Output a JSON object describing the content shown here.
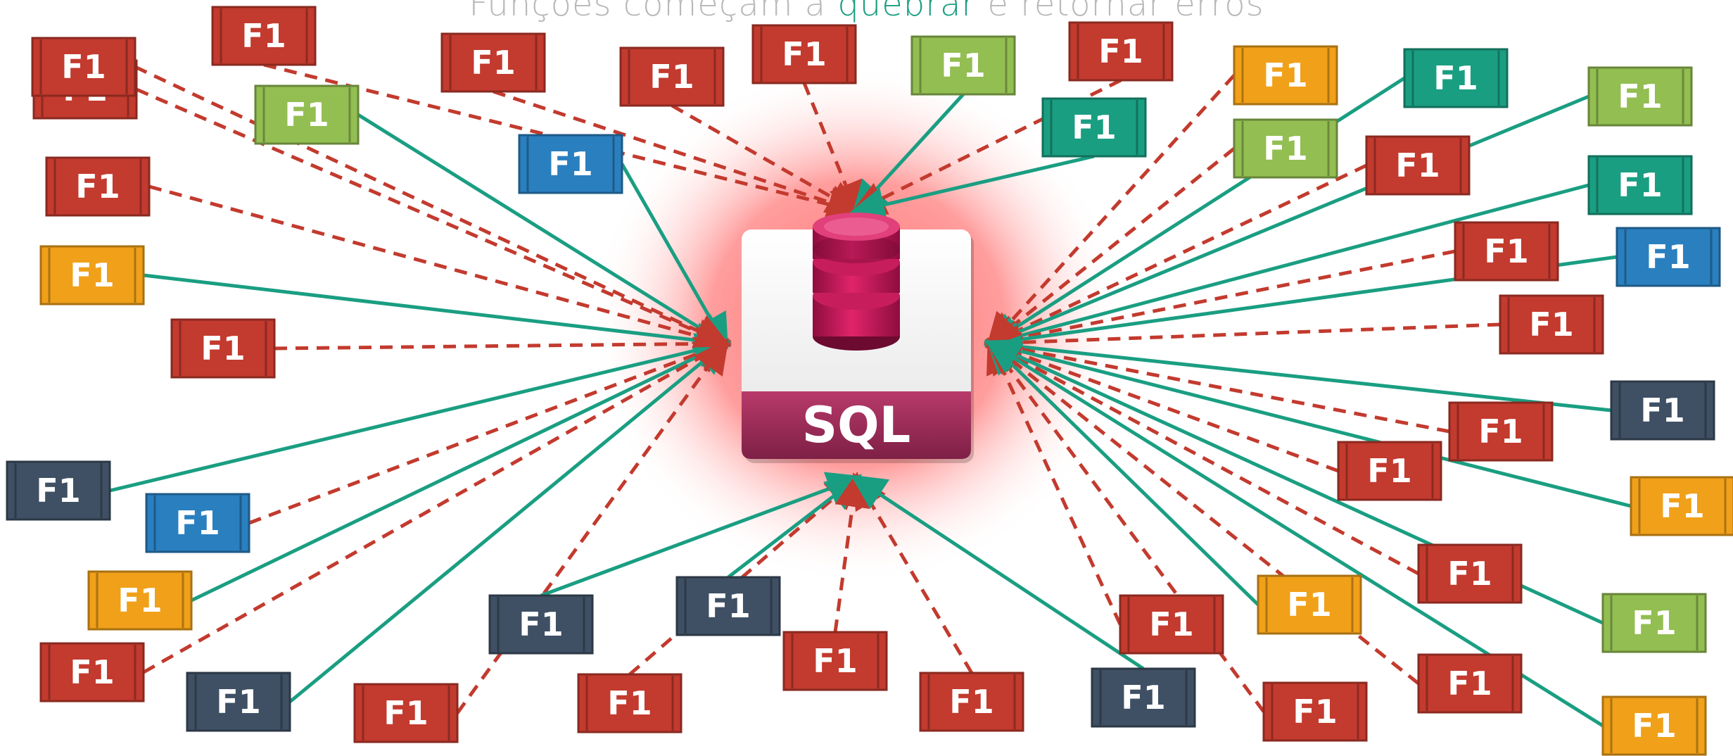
{
  "title": {
    "before": "Funções começam a ",
    "highlight": "quebrar",
    "after": " e retornar erros"
  },
  "center": {
    "label": "SQL"
  },
  "colors": {
    "red": "#c33a2e",
    "green": "#93be52",
    "teal": "#1a9e82",
    "blue": "#2a7fbf",
    "orange": "#f0a019",
    "navy": "#3f5064",
    "glow": "#ff6f6f",
    "db": "#d81b60"
  },
  "nodes": [
    {
      "label": "F1",
      "color": "red",
      "line": "dashed"
    },
    {
      "label": "F1",
      "color": "red",
      "line": "dashed"
    },
    {
      "label": "F1",
      "color": "green",
      "line": "solid"
    },
    {
      "label": "F1",
      "color": "red",
      "line": "dashed"
    },
    {
      "label": "F1",
      "color": "red",
      "line": "dashed"
    },
    {
      "label": "F1",
      "color": "red",
      "line": "dashed"
    },
    {
      "label": "F1",
      "color": "blue",
      "line": "solid"
    },
    {
      "label": "F1",
      "color": "green",
      "line": "solid"
    },
    {
      "label": "F1",
      "color": "red",
      "line": "dashed"
    },
    {
      "label": "F1",
      "color": "teal",
      "line": "solid"
    },
    {
      "label": "F1",
      "color": "orange",
      "line": "solid"
    },
    {
      "label": "F1",
      "color": "red",
      "line": "dashed"
    },
    {
      "label": "F1",
      "color": "red",
      "line": "dashed"
    },
    {
      "label": "F1",
      "color": "navy",
      "line": "solid"
    },
    {
      "label": "F1",
      "color": "blue",
      "line": "dashed"
    },
    {
      "label": "F1",
      "color": "orange",
      "line": "solid"
    },
    {
      "label": "F1",
      "color": "red",
      "line": "dashed"
    },
    {
      "label": "F1",
      "color": "navy",
      "line": "solid"
    },
    {
      "label": "F1",
      "color": "red",
      "line": "dashed"
    },
    {
      "label": "F1",
      "color": "navy",
      "line": "solid"
    },
    {
      "label": "F1",
      "color": "red",
      "line": "dashed"
    },
    {
      "label": "F1",
      "color": "navy",
      "line": "solid"
    },
    {
      "label": "F1",
      "color": "red",
      "line": "dashed"
    },
    {
      "label": "F1",
      "color": "red",
      "line": "dashed"
    },
    {
      "label": "F1",
      "color": "navy",
      "line": "solid"
    },
    {
      "label": "F1",
      "color": "red",
      "line": "dashed"
    },
    {
      "label": "F1",
      "color": "red",
      "line": "dashed"
    },
    {
      "label": "F1",
      "color": "orange",
      "line": "solid"
    },
    {
      "label": "F1",
      "color": "green",
      "line": "dashed"
    },
    {
      "label": "F1",
      "color": "teal",
      "line": "solid"
    },
    {
      "label": "F1",
      "color": "red",
      "line": "dashed"
    },
    {
      "label": "F1",
      "color": "green",
      "line": "solid"
    },
    {
      "label": "F1",
      "color": "teal",
      "line": "solid"
    },
    {
      "label": "F1",
      "color": "red",
      "line": "dashed"
    },
    {
      "label": "F1",
      "color": "blue",
      "line": "solid"
    },
    {
      "label": "F1",
      "color": "red",
      "line": "dashed"
    },
    {
      "label": "F1",
      "color": "navy",
      "line": "solid"
    },
    {
      "label": "F1",
      "color": "red",
      "line": "dashed"
    },
    {
      "label": "F1",
      "color": "red",
      "line": "dashed"
    },
    {
      "label": "F1",
      "color": "orange",
      "line": "solid"
    },
    {
      "label": "F1",
      "color": "red",
      "line": "dashed"
    },
    {
      "label": "F1",
      "color": "orange",
      "line": "dashed"
    },
    {
      "label": "F1",
      "color": "green",
      "line": "solid"
    },
    {
      "label": "F1",
      "color": "red",
      "line": "dashed"
    },
    {
      "label": "F1",
      "color": "orange",
      "line": "solid"
    },
    {
      "label": "F1",
      "color": "red",
      "line": "dashed"
    }
  ]
}
